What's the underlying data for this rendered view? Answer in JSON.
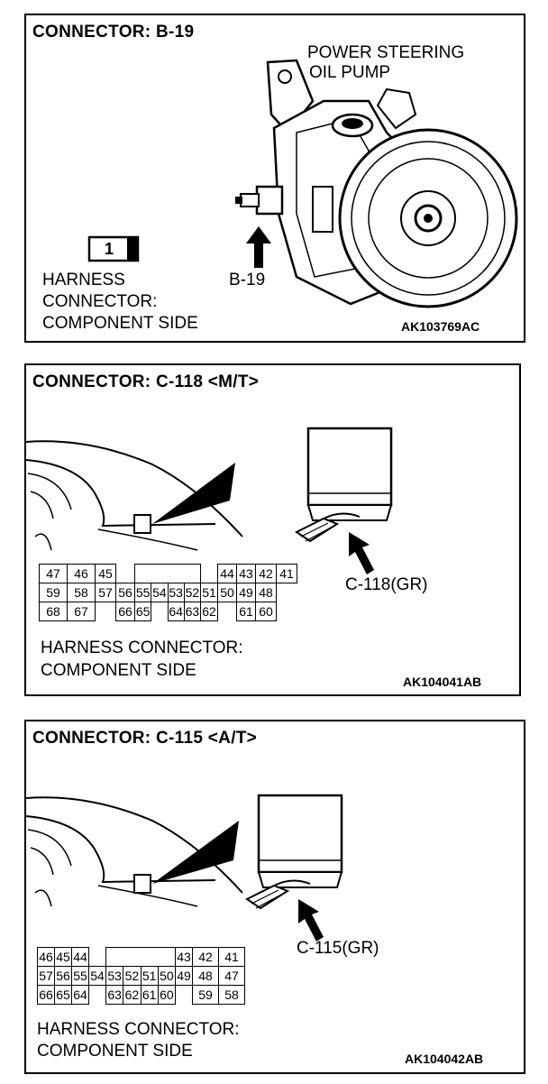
{
  "panel1": {
    "title": "CONNECTOR: B-19",
    "component_label": "POWER STEERING\nOIL PUMP",
    "component_line1": "POWER STEERING",
    "component_line2": "OIL PUMP",
    "connector_label": "B-19",
    "pin": "1",
    "harness_line1": "HARNESS",
    "harness_line2": "CONNECTOR:",
    "harness_line3": "COMPONENT SIDE",
    "code": "AK103769AC"
  },
  "panel2": {
    "title": "CONNECTOR: C-118 <M/T>",
    "connector_label": "C-118(GR)",
    "harness_line1": "HARNESS CONNECTOR:",
    "harness_line2": "COMPONENT SIDE",
    "code": "AK104041AB",
    "row1": [
      "47",
      "46",
      "45",
      "",
      "",
      "",
      "",
      "",
      "",
      "44",
      "43",
      "42",
      "41"
    ],
    "row2": [
      "59",
      "58",
      "57",
      "56",
      "55",
      "54",
      "53",
      "52",
      "51",
      "50",
      "49",
      "48"
    ],
    "row3": [
      "68",
      "67",
      "",
      "66",
      "65",
      "",
      "64",
      "63",
      "62",
      "",
      "61",
      "60"
    ]
  },
  "panel3": {
    "title": "CONNECTOR: C-115 <A/T>",
    "connector_label": "C-115(GR)",
    "harness_line1": "HARNESS CONNECTOR:",
    "harness_line2": "COMPONENT SIDE",
    "code": "AK104042AB",
    "row1": [
      "46",
      "45",
      "44",
      "43",
      "42",
      "41"
    ],
    "row2": [
      "57",
      "56",
      "55",
      "54",
      "53",
      "52",
      "51",
      "50",
      "49",
      "48",
      "47"
    ],
    "row3": [
      "66",
      "65",
      "64",
      "63",
      "62",
      "61",
      "60",
      "59",
      "58"
    ]
  }
}
